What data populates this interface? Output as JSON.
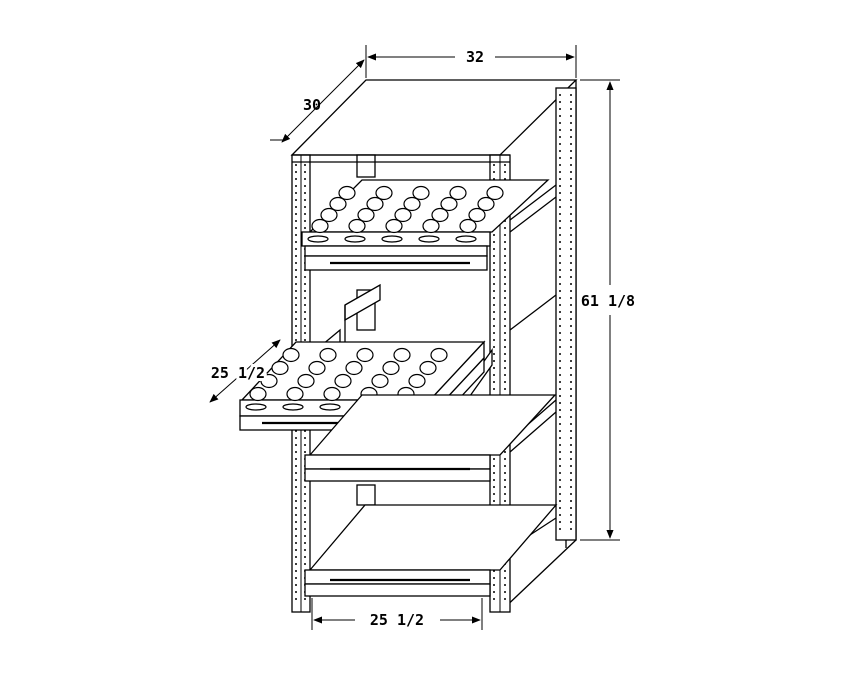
{
  "dimensions": {
    "width_label": "32",
    "depth_label": "30",
    "height_label": "61 1/8",
    "drawer_depth_label": "25 1/2",
    "drawer_width_label": "25 1/2"
  }
}
